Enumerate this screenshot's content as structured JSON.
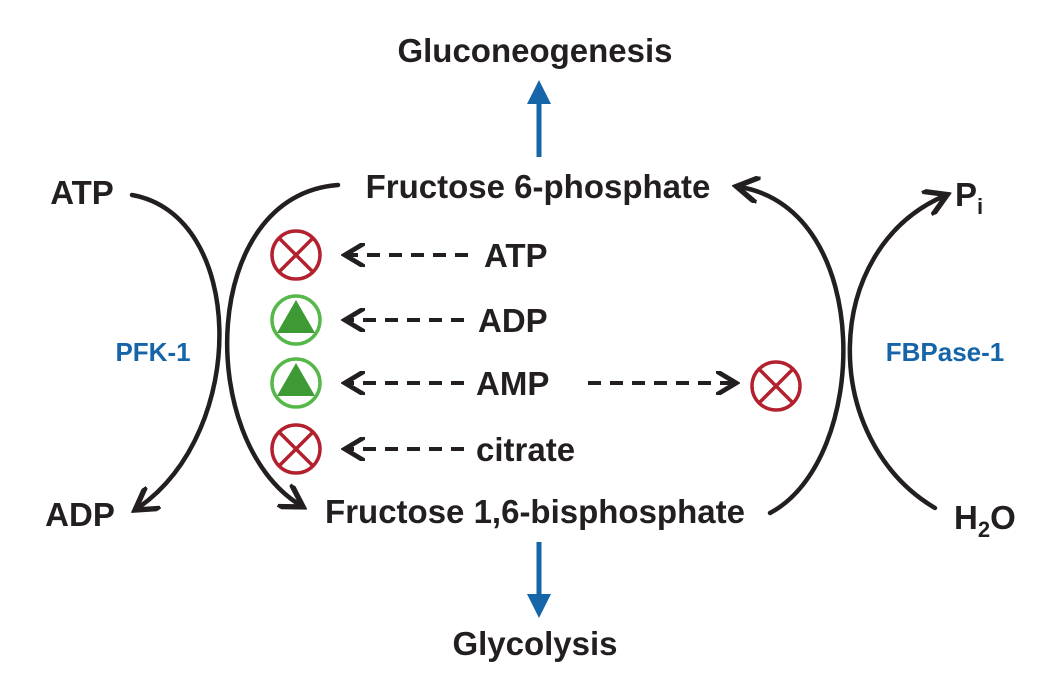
{
  "title": "Gluconeogenesis",
  "bottom_label": "Glycolysis",
  "top_metabolite": "Fructose 6-phosphate",
  "bottom_metabolite": "Fructose 1,6-bisphosphate",
  "left_pathway": {
    "enzyme": "PFK-1",
    "substrate": "ATP",
    "product": "ADP"
  },
  "right_pathway": {
    "enzyme": "FBPase-1",
    "product_main": "P",
    "product_sub": "i",
    "substrate_main": "H",
    "substrate_sub": "2",
    "substrate_tail": "O"
  },
  "regulators": [
    {
      "name": "ATP",
      "pfk1_effect": "inhibit"
    },
    {
      "name": "ADP",
      "pfk1_effect": "activate"
    },
    {
      "name": "AMP",
      "pfk1_effect": "activate",
      "fbpase1_effect": "inhibit"
    },
    {
      "name": "citrate",
      "pfk1_effect": "inhibit"
    }
  ],
  "colors": {
    "text": "#231f20",
    "enzyme": "#1565a8",
    "flux_arrow": "#1565a8",
    "inhibit": "#b3212e",
    "activate": "#3e9a35",
    "activate_ring": "#57b84a"
  }
}
